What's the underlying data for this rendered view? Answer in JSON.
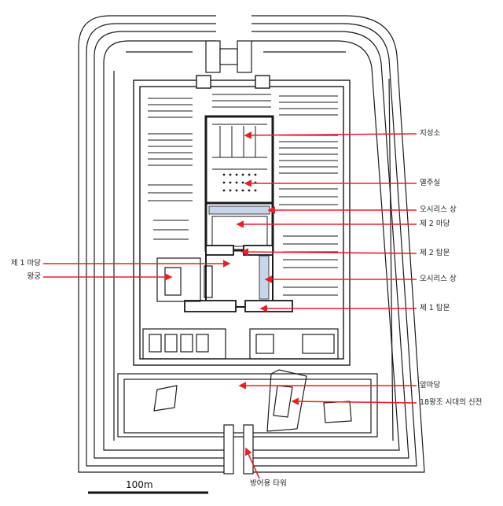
{
  "labels": {
    "sanctuary": "지성소",
    "hypostyle": "열주실",
    "osiris_upper": "오시리스 상",
    "court2": "제 2 마당",
    "pylon2": "제 2 탑문",
    "court1": "제 1 마당",
    "palace": "왕궁",
    "osiris_lower": "오시리스 상",
    "pylon1": "제 1 탑문",
    "forecourt": "앞마당",
    "temple18": "18왕조 시대의 신전",
    "tower": "방어용 타워"
  },
  "scale": {
    "label": "100m"
  },
  "colors": {
    "arrow": "#e8202a",
    "wall": "#1a1a1a",
    "osiris_fill": "#c9d6ea"
  }
}
